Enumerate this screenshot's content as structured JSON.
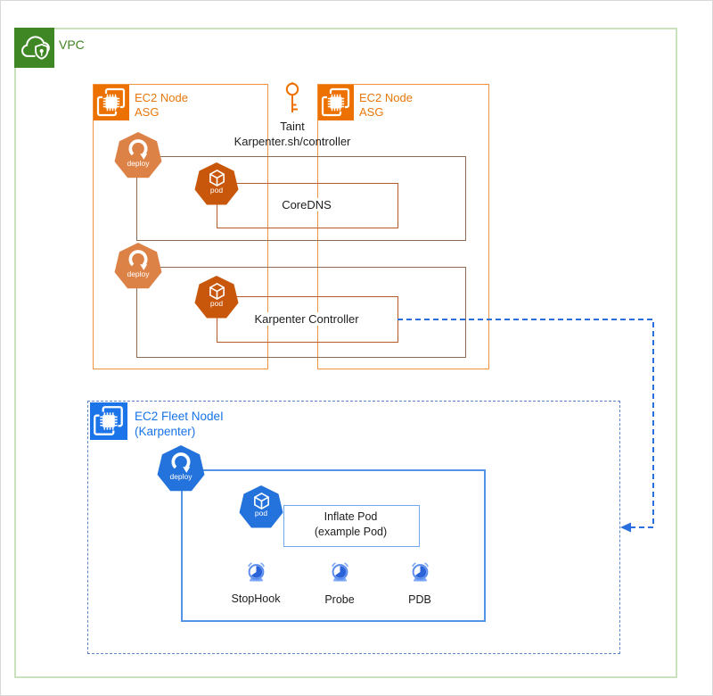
{
  "colors": {
    "vpc_green": "#3F8624",
    "vpc_border": "#C9E2BD",
    "ec2_orange": "#ED7100",
    "asg_border": "#F0923F",
    "deploy_orange": "#DD8246",
    "pod_orange": "#C8570B",
    "deployment_border": "#8E6A50",
    "inner_box_border": "#B55A28",
    "fleet_blue": "#1B74E8",
    "fleet_border": "#5C85C7",
    "arrow_blue": "#2A6FDD"
  },
  "vpc": {
    "label": "VPC"
  },
  "node_asg_left": {
    "label_line1": "EC2 Node",
    "label_line2": "ASG"
  },
  "node_asg_right": {
    "label_line1": "EC2 Node",
    "label_line2": "ASG"
  },
  "taint": {
    "line1": "Taint",
    "line2": "Karpenter.sh/controller"
  },
  "icons": {
    "deploy_label": "deploy",
    "pod_label": "pod"
  },
  "coredns": {
    "label": "CoreDNS"
  },
  "karpenter": {
    "label": "Karpenter Controller"
  },
  "fleet": {
    "label_line1": "EC2 Fleet NodeI",
    "label_line2": "(Karpenter)",
    "inflate": {
      "line1": "Inflate Pod",
      "line2": "(example Pod)"
    },
    "hooks": [
      {
        "label": "StopHook"
      },
      {
        "label": "Probe"
      },
      {
        "label": "PDB"
      }
    ]
  }
}
